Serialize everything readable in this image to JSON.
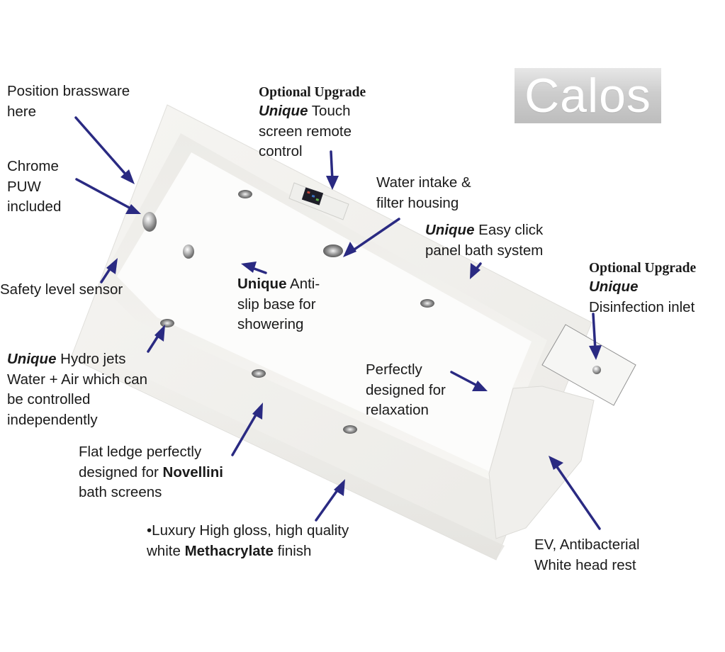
{
  "brand": {
    "name": "Calos"
  },
  "colors": {
    "arrow": "#2a2a82",
    "bath_rim": "#f1f0ec",
    "bath_basin": "#fbfbf9",
    "logo_bg": "#c9c9c9"
  },
  "labels": {
    "position_brassware": {
      "line1": "Position brassware",
      "line2": "here"
    },
    "chrome_puw": {
      "line1": "Chrome",
      "line2": "PUW",
      "line3": "included"
    },
    "safety_sensor": {
      "line1": "Safety level sensor"
    },
    "hydro_jets": {
      "unique": "Unique",
      "line1_rest": " Hydro jets",
      "line2": "Water + Air which can",
      "line3": "be controlled",
      "line4": "independently"
    },
    "flat_ledge": {
      "line1": "Flat ledge perfectly",
      "line2_pre": "designed for ",
      "line2_bold": "Novellini",
      "line3": "bath screens"
    },
    "luxury_finish": {
      "line1": "•Luxury High gloss, high quality",
      "line2_pre": "white ",
      "line2_bold": "Methacrylate",
      "line2_post": " finish"
    },
    "touch_screen": {
      "upgrade": "Optional Upgrade",
      "unique": "Unique",
      "line1_rest": " Touch",
      "line2": "screen remote",
      "line3": "control"
    },
    "water_intake": {
      "line1": "Water intake &",
      "line2": "filter housing"
    },
    "easy_click": {
      "unique": "Unique",
      "line1_rest": " Easy click",
      "line2": "panel bath system"
    },
    "anti_slip": {
      "unique": "Unique",
      "line1_rest": " Anti-",
      "line2": "slip base for",
      "line3": "showering"
    },
    "disinfection": {
      "upgrade": "Optional Upgrade",
      "unique": "Unique",
      "line2": "Disinfection inlet"
    },
    "relaxation": {
      "line1": "Perfectly",
      "line2": "designed for",
      "line3": "relaxation"
    },
    "head_rest": {
      "line1": "EV, Antibacterial",
      "line2": "White head rest"
    }
  }
}
